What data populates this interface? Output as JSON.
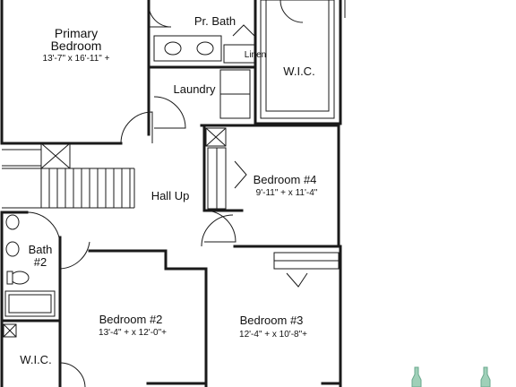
{
  "rooms": {
    "primary": {
      "name_line1": "Primary",
      "name_line2": "Bedroom",
      "dims": "13'-7\" x 16'-11\" +"
    },
    "pr_bath": {
      "name": "Pr. Bath"
    },
    "linen": {
      "name": "Linen"
    },
    "wic_top": {
      "name": "W.I.C."
    },
    "laundry": {
      "name": "Laundry"
    },
    "bedroom4": {
      "name": "Bedroom #4",
      "dims": "9'-11\" + x 11'-4\""
    },
    "hall": {
      "name": "Hall Up"
    },
    "bath2": {
      "name_line1": "Bath",
      "name_line2": "#2"
    },
    "bedroom2": {
      "name": "Bedroom #2",
      "dims": "13'-4\" + x 12'-0\"+"
    },
    "bedroom3": {
      "name": "Bedroom #3",
      "dims": "12'-4\" + x 10'-8\"+"
    },
    "wic_bottom": {
      "name": "W.I.C."
    }
  },
  "colors": {
    "wall": "#1a1a1a",
    "background": "#ffffff",
    "bottle": "#9fd0b8",
    "fixture_fill": "#dff0fb"
  }
}
